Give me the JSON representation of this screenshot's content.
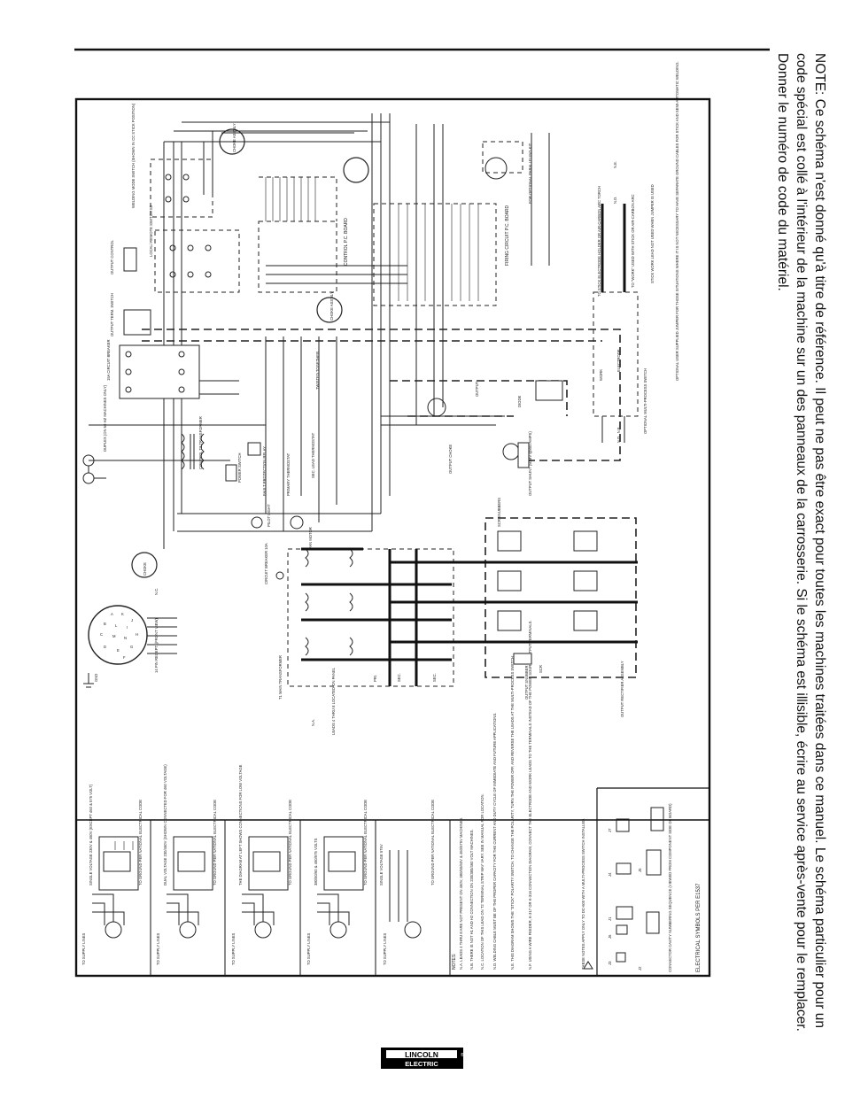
{
  "footer": {
    "brand_line1": "LINCOLN",
    "brand_line2": "ELECTRIC",
    "brand_mark": "®"
  },
  "side_note": {
    "head": "NOTE:",
    "text": "Ce schéma n'est donné qu'à titre de référence. Il peut ne pas être exact pour toutes les machines traitées dans ce manuel. Le schéma particulier pour un code spécial est collé à l'intérieur de la machine sur un des panneaux de la carrosserie. Si le schéma est illisible, écrire au service après-vente pour le remplacer. Donner le numéro de code du matériel."
  },
  "diagram": {
    "symbols_title": "ELECTRICAL SYMBOLS PER E1537",
    "connector_caption": "CONNECTOR CAVITY NUMBERING SEQUENCE (VIEWED FROM COMPONENT SIDE OF BOARD)",
    "connector_labels": [
      "J1",
      "J2",
      "J3",
      "J4",
      "J5",
      "J6",
      "J7"
    ],
    "notes_title": "NOTES:",
    "notes": [
      "N.A.  LEADS 4 THRU 8 ARE NOT PRESENT ON 460V, 380/50/60V & 460/575V MACHINES.",
      "N.B.  THERE IS NOT H1 AND H2 CONNECTION ON 230/380/460 VOLT MACHINES.",
      "N.C.  LOCATION OF THIS LEAD ON T2 TERMINAL STRIP MAY VARY. SEE IN MANUAL FOR LOCATION.",
      "N.D.  WELDING CABLE MUST BE OF THE PROPER CAPACITY FOR THE CURRENT AND DUTY CYCLE OF IMMEDIATE AND FUTURE APPLICATIONS.",
      "N.E.  THIS DIAGRAM SHOWS THE \"STICK\" POLARITY SWITCH. TO CHANGE THE POLARITY, TURN THE POWER OFF, AND REVERSE THE LEADS AT THE MULTI-PROCESS SWITCH.",
      "N.F.  USING A WIRE FEEDER, K-317 OR K-316 CONNECTION DIAGRAM, CONNECT THE ELECTRODE AND WORK LEADS TO THE TERMINALS INSTEAD OF THE POWER SOURCE OUTPUT TERMINALS.",
      "THESE NOTES APPLY ONLY TO DC-600 WITH A MULTI-PROCESS SWITCH INSTALLED."
    ],
    "panel_titles": [
      "SINGLE VOLTAGE 230V & 460V (EXCEPT 460 & 575 VOLT)",
      "DUAL VOLTAGE 230/460V (SHOWN CONNECTED FOR 460 VOLTAGE)",
      "THE DIAGRAM AT LEFT SHOWS CONNECTIONS FOR LOW VOLTAGE",
      "380/50/60 & 460/575 VOLTS",
      "SINGLE VOLTAGE 575V"
    ],
    "panel_input_labels": [
      "TO SUPPLY LINES",
      "TO SUPPLY LINES",
      "TO SUPPLY LINES",
      "TO SUPPLY LINES",
      "TO SUPPLY LINES"
    ],
    "panel_ground_labels": [
      "TO GROUND PER NATIONAL ELECTRICAL CODE",
      "TO GROUND PER NATIONAL ELECTRICAL CODE",
      "TO GROUND PER NATIONAL ELECTRICAL CODE",
      "TO GROUND PER NATIONAL ELECTRICAL CODE",
      "TO GROUND PER NATIONAL ELECTRICAL CODE"
    ],
    "labels": {
      "main_transformer": "T1 MAIN TRANSFORMER",
      "leads_note": "LEADS 4 THRU 8 LOCATED ON PANEL",
      "na": "N.A.",
      "receptacle": "14 PIN RECEPT. (FRONT VIEW)",
      "choke1": "CHOKE",
      "circuit_breaker_10a": "CIRCUIT BREAKER 10A",
      "fan_motor": "FAN MOTOR",
      "control_transformer": "CONTROL T2 TRANSFORMER",
      "fault_relay": "FAULT PROTECTION RELAY",
      "pilot_light": "PILOT LIGHT",
      "power_switch": "POWER SWITCH",
      "primary_thermostat": "PRIMARY THERMOSTAT",
      "sec_lead_thermostat": "SEC. LEAD THERMOSTAT",
      "duplex": "DUPLEX (ON 60 HZ MACHINES ONLY)",
      "circuit_breaker_15a": "15A CIRCUIT BREAKER",
      "output_control": "OUTPUT CONTROL",
      "output_term_switch": "OUTPUT TERM. SWITCH",
      "local_remote": "LOCAL/ REMOTE SWITCH S3",
      "welding_mode": "WELDING MODE SWITCH (SHOWN IN CC STICK POSITION)",
      "choke_assy": "CHOKE ASS'BLY",
      "twisted_together": "TWISTED TOGETHER",
      "control_board": "CONTROL P.C. BOARD",
      "firing_board": "FIRING CIRCUIT P.C. BOARD",
      "for_optional_kit": "FOR OPTIONAL PARALLELING KIT",
      "output_choke": "OUTPUT CHOKE",
      "scr_snubbers": "SCR SNUBBERS",
      "output_shunt": "OUTPUT SHUNT (50MV @800 AMPS)",
      "output_rectifier": "OUTPUT RECTIFIER ASSEMBLY",
      "output_snubber": "OUTPUT SNUBBER",
      "electrode": "ELECTRODE",
      "work": "WORK",
      "optional_multi": "OPTIONAL MULTI-PROCESS SWITCH",
      "optional_jumper": "OPTIONAL USER SUPPLIED JUMPER FOR THOSE SITUATIONS WHERE IT IS NOT NECESSARY TO HAVE SEPARATE GROUND CABLES FOR STICK AND SEMI-AUTOMATIC WELDING.",
      "to_stick": "TO STICK ELECTRODE HOLDER OR AIR-CARBON ARC TORCH",
      "to_work": "TO \"WORK\" USED WITH STICK OR AIR-CARBON ARC",
      "stick_work_lead": "STICK WORK LEAD NOT USED WHEN JUMPER IS USED",
      "nd": "N.D.",
      "ne": "N.E.",
      "nd_nf": "N.D., N.F.",
      "output": "OUTPUT",
      "sec": "SEC.",
      "pri": "PRI.",
      "diode": "DIODE",
      "diodes_list": "D1 D2 D3 D4 D5 D6",
      "scr": "SCR",
      "gnd": "GND",
      "nc": "N.C."
    }
  }
}
